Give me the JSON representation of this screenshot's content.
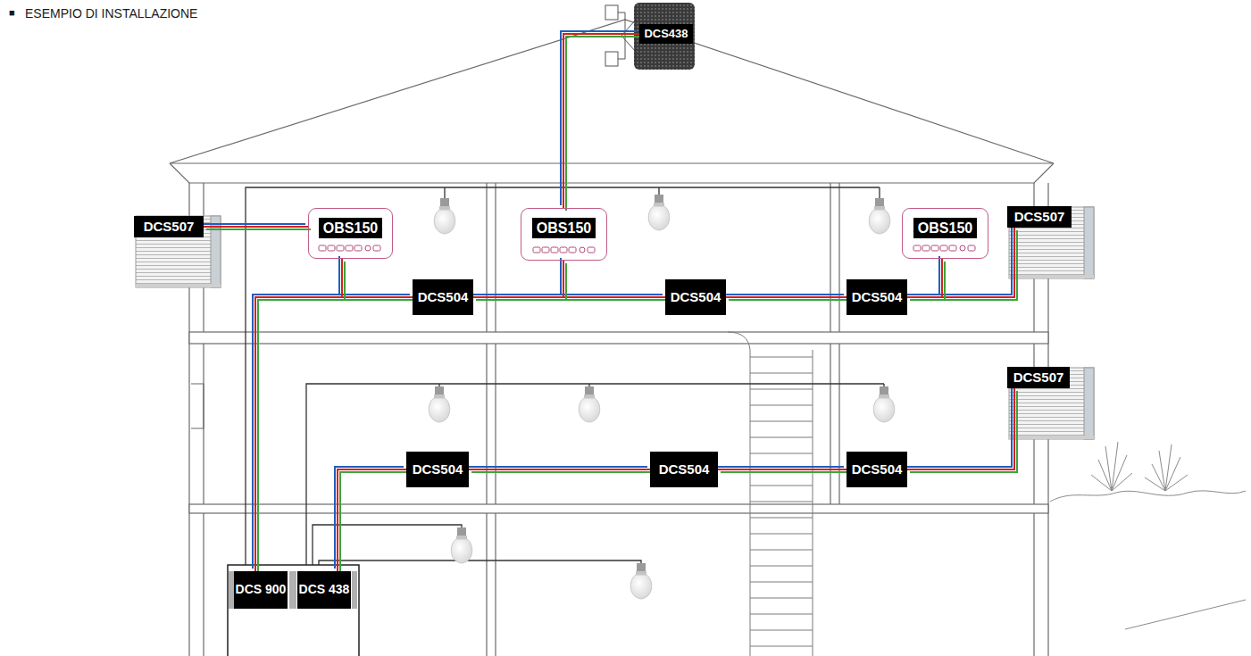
{
  "diagram": {
    "title": "ESEMPIO DI INSTALLAZIONE",
    "nodes": [
      {
        "text": [
          "DCS438"
        ]
      },
      {
        "text": [
          "DCS507"
        ]
      },
      {
        "text": [
          "OBS150"
        ]
      },
      {
        "text": [
          "OBS150"
        ]
      },
      {
        "text": [
          "OBS150"
        ]
      },
      {
        "text": [
          "DCS507"
        ]
      },
      {
        "text": [
          "DCS504"
        ]
      },
      {
        "text": [
          "DCS504"
        ]
      },
      {
        "text": [
          "DCS504"
        ]
      },
      {
        "text": [
          "DCS507"
        ]
      },
      {
        "text": [
          "DCS504"
        ]
      },
      {
        "text": [
          "DCS504"
        ]
      },
      {
        "text": [
          "DCS504"
        ]
      },
      {
        "text": [
          "DCS 900"
        ]
      },
      {
        "text": [
          "DCS 438"
        ]
      }
    ],
    "edges": [
      {
        "from": 0,
        "to": 3,
        "arrow": "none"
      },
      {
        "from": 1,
        "to": 2,
        "arrow": "none"
      },
      {
        "from": 13,
        "to": 6,
        "arrow": "none"
      },
      {
        "from": 2,
        "to": 6,
        "arrow": "none"
      },
      {
        "from": 6,
        "to": 7,
        "arrow": "none"
      },
      {
        "from": 3,
        "to": 7,
        "arrow": "none"
      },
      {
        "from": 7,
        "to": 8,
        "arrow": "none"
      },
      {
        "from": 8,
        "to": 5,
        "arrow": "none"
      },
      {
        "from": 4,
        "to": 5,
        "arrow": "none"
      },
      {
        "from": 14,
        "to": 10,
        "arrow": "none"
      },
      {
        "from": 10,
        "to": 11,
        "arrow": "none"
      },
      {
        "from": 11,
        "to": 12,
        "arrow": "none"
      },
      {
        "from": 12,
        "to": 9,
        "arrow": "none"
      }
    ],
    "labels": [
      "■"
    ]
  }
}
